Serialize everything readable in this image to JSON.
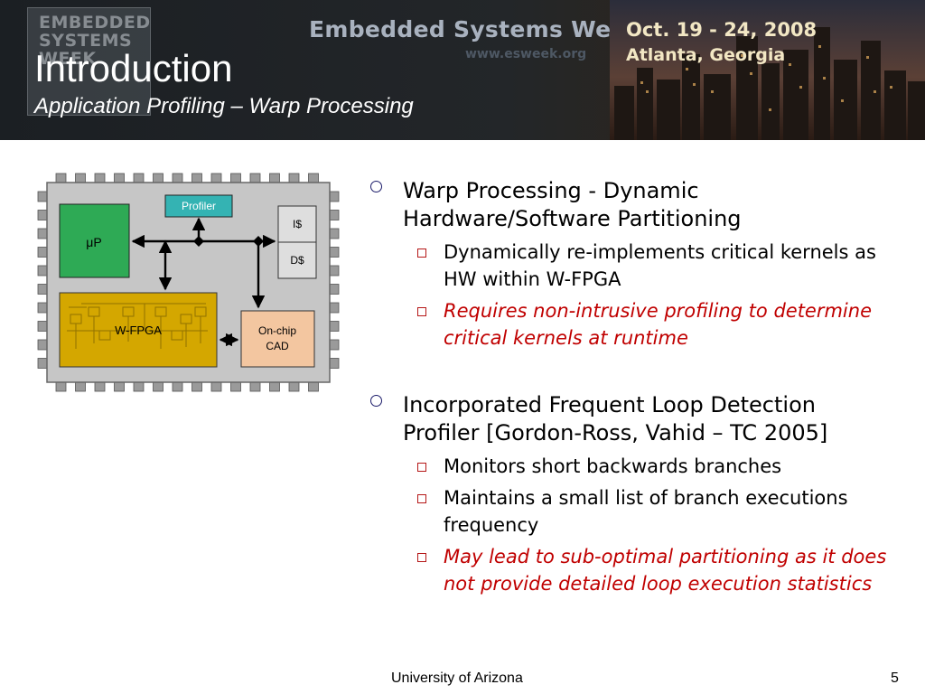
{
  "header": {
    "logo_text": "EMBEDDED\nSYSTEMS\nWEEK",
    "banner_title": "Embedded Systems Week",
    "banner_url": "www.esweek.org",
    "banner_date": "Oct. 19 - 24, 2008",
    "banner_place": "Atlanta, Georgia",
    "title": "Introduction",
    "subtitle": "Application Profiling – Warp Processing"
  },
  "diagram": {
    "up_label": "μP",
    "profiler_label": "Profiler",
    "icache_label": "I$",
    "dcache_label": "D$",
    "fpga_label": "W-FPGA",
    "cad_line1": "On-chip",
    "cad_line2": "CAD",
    "colors": {
      "up": "#2eaa55",
      "profiler": "#34b3b3",
      "fpga": "#d4a700",
      "cad": "#f3c6a0",
      "cache": "#dedede"
    }
  },
  "bullets": [
    {
      "text": "Warp Processing - Dynamic Hardware/Software Partitioning",
      "sub": [
        {
          "text": "Dynamically re-implements critical kernels as HW within W-FPGA",
          "emphasis": false
        },
        {
          "text": "Requires non-intrusive profiling to determine critical kernels at runtime",
          "emphasis": true
        }
      ]
    },
    {
      "text": "Incorporated Frequent Loop Detection Profiler [Gordon-Ross, Vahid – TC 2005]",
      "sub": [
        {
          "text": "Monitors short backwards branches",
          "emphasis": false
        },
        {
          "text": "Maintains a small list of branch executions frequency",
          "emphasis": false
        },
        {
          "text": "May lead to sub-optimal partitioning as it does not provide detailed loop execution statistics",
          "emphasis": true
        }
      ]
    }
  ],
  "footer": {
    "organization": "University of Arizona",
    "page_number": "5"
  }
}
